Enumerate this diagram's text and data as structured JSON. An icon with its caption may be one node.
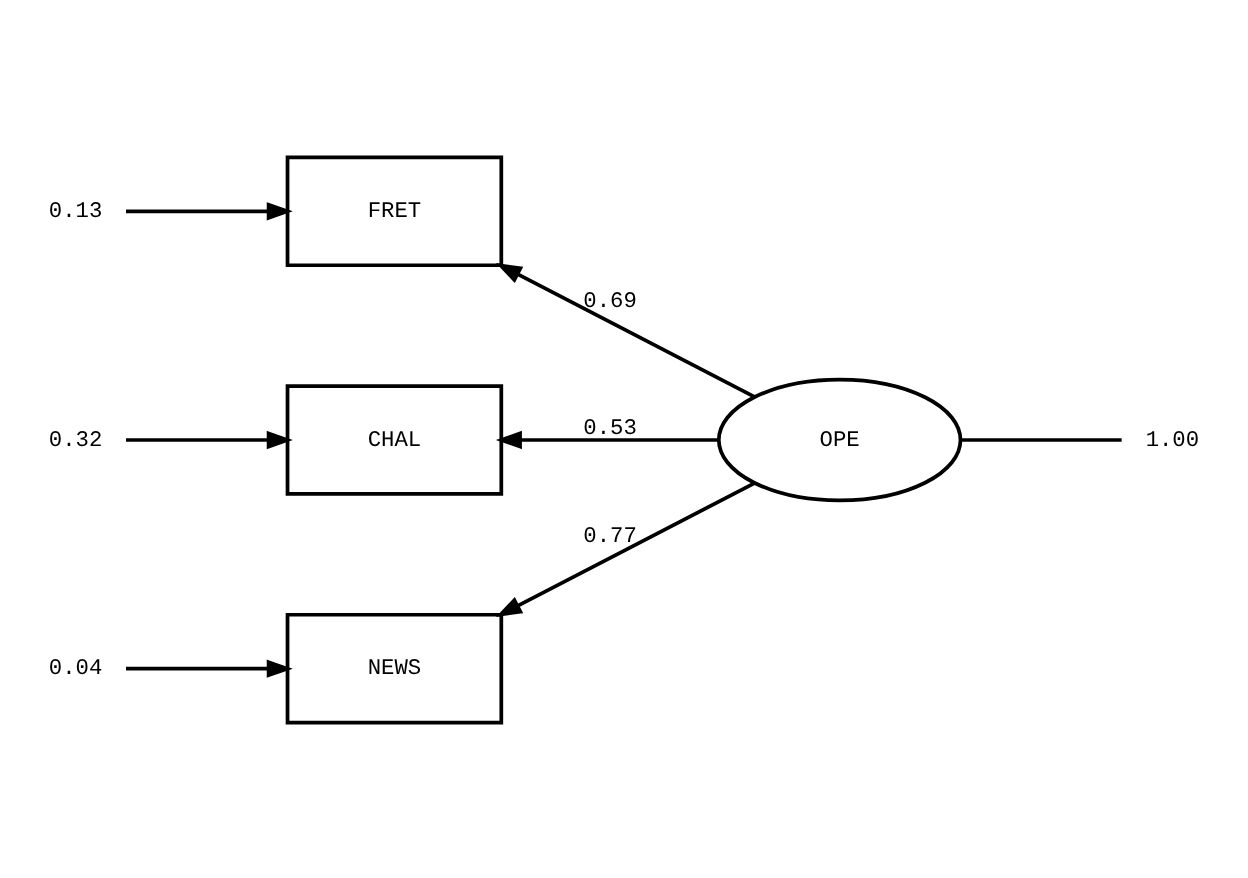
{
  "diagram": {
    "nodes": [
      {
        "text": [
          "NEWS"
        ]
      },
      {
        "text": [
          "FRET"
        ]
      },
      {
        "text": [
          "CHAL"
        ]
      },
      {
        "text": [
          "OPE"
        ]
      },
      {
        "text": [
          "0.04"
        ]
      },
      {
        "text": [
          "0.13"
        ]
      },
      {
        "text": [
          "0.32"
        ]
      },
      {
        "text": [
          "1.00"
        ]
      }
    ],
    "edges": [
      {
        "from": 3,
        "to": 0,
        "arrow": "to",
        "label": "0.77"
      },
      {
        "from": 3,
        "to": 1,
        "arrow": "to",
        "label": "0.69"
      },
      {
        "from": 3,
        "to": 2,
        "arrow": "to",
        "label": "0.53"
      },
      {
        "from": 4,
        "to": 0,
        "arrow": "to"
      },
      {
        "from": 5,
        "to": 1,
        "arrow": "to"
      },
      {
        "from": 6,
        "to": 2,
        "arrow": "to"
      },
      {
        "from": 7,
        "to": 3,
        "arrow": "none"
      }
    ]
  }
}
